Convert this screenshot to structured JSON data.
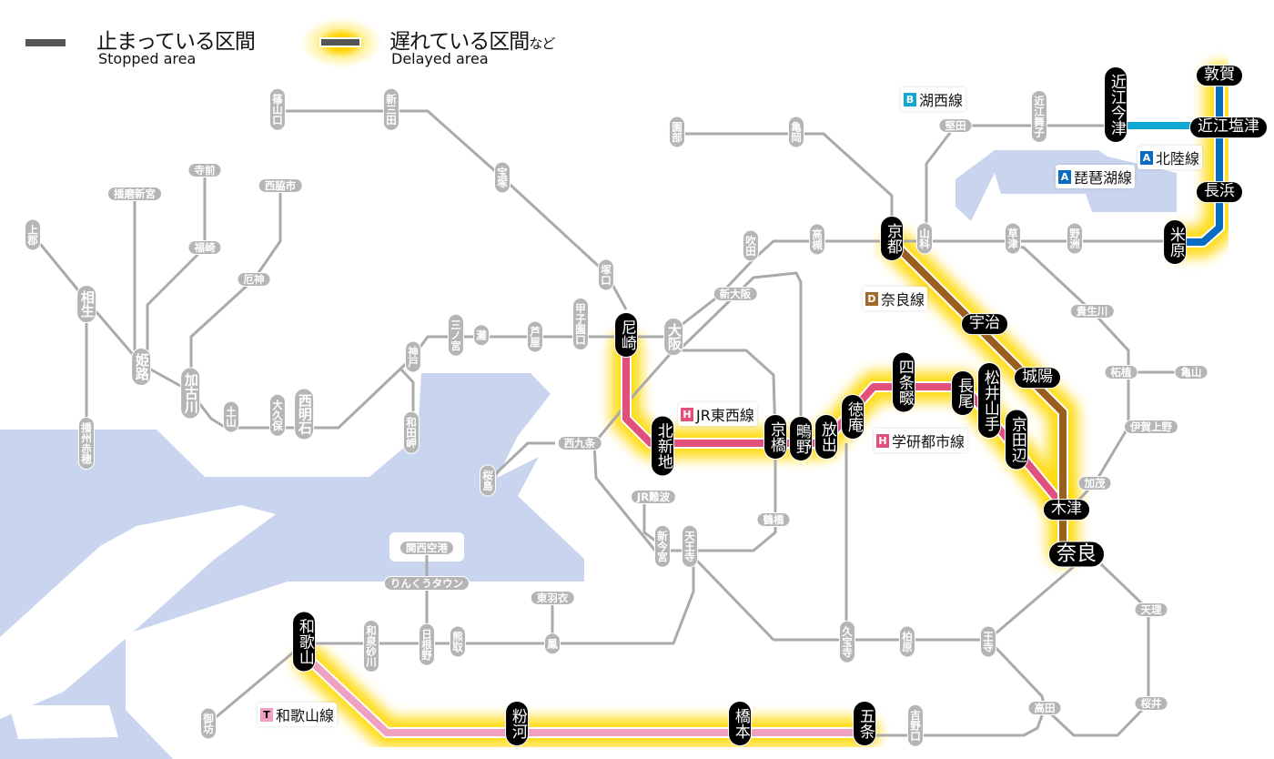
{
  "legend": {
    "stopped_jp": "止まっている区間",
    "stopped_en": "Stopped area",
    "delayed_jp": "遅れている区間",
    "delayed_suffix": "など",
    "delayed_en": "Delayed area"
  },
  "colors": {
    "water": "#c9d5ef",
    "normal_line": "#aaaaaa",
    "glow": "#ffd800",
    "tozai_gakken": "#e0507a",
    "nara_line": "#9a5f20",
    "hokuriku_biwako": "#0a6cc0",
    "kosei": "#10a8d0",
    "wakayama_line": "#f0a0c0"
  },
  "line_labels": [
    {
      "badge": "H",
      "name": "JR東西線",
      "color": "#e0507a"
    },
    {
      "badge": "H",
      "name": "学研都市線",
      "color": "#e0507a"
    },
    {
      "badge": "B",
      "name": "湖西線",
      "color": "#10a8d0"
    },
    {
      "badge": "D",
      "name": "奈良線",
      "color": "#a06a2a"
    },
    {
      "badge": "A",
      "name": "北陸線",
      "color": "#0a6cc0"
    },
    {
      "badge": "A",
      "name": "琵琶湖線",
      "color": "#0a6cc0"
    },
    {
      "badge": "T",
      "name": "和歌山線",
      "color": "#f0a0c0"
    }
  ],
  "stations": [
    {
      "name": "篠山口",
      "status": "normal"
    },
    {
      "name": "新三田",
      "status": "normal"
    },
    {
      "name": "宝塚",
      "status": "normal"
    },
    {
      "name": "寺前",
      "status": "normal"
    },
    {
      "name": "播磨新宮",
      "status": "normal"
    },
    {
      "name": "西脇市",
      "status": "normal"
    },
    {
      "name": "上郡",
      "status": "normal"
    },
    {
      "name": "福崎",
      "status": "normal"
    },
    {
      "name": "厄神",
      "status": "normal"
    },
    {
      "name": "相生",
      "status": "normal"
    },
    {
      "name": "姫路",
      "status": "normal"
    },
    {
      "name": "加古川",
      "status": "normal"
    },
    {
      "name": "土山",
      "status": "normal"
    },
    {
      "name": "大久保",
      "status": "normal"
    },
    {
      "name": "西明石",
      "status": "normal"
    },
    {
      "name": "神戸",
      "status": "normal"
    },
    {
      "name": "和田岬",
      "status": "normal"
    },
    {
      "name": "播州赤穂",
      "status": "normal"
    },
    {
      "name": "三ノ宮",
      "status": "normal"
    },
    {
      "name": "灘",
      "status": "normal"
    },
    {
      "name": "芦屋",
      "status": "normal"
    },
    {
      "name": "甲子園口",
      "status": "normal"
    },
    {
      "name": "塚口",
      "status": "normal"
    },
    {
      "name": "大阪",
      "status": "normal"
    },
    {
      "name": "新大阪",
      "status": "normal"
    },
    {
      "name": "吹田",
      "status": "normal"
    },
    {
      "name": "高槻",
      "status": "normal"
    },
    {
      "name": "園部",
      "status": "normal"
    },
    {
      "name": "亀岡",
      "status": "normal"
    },
    {
      "name": "堅田",
      "status": "normal"
    },
    {
      "name": "近江舞子",
      "status": "normal"
    },
    {
      "name": "山科",
      "status": "normal"
    },
    {
      "name": "草津",
      "status": "normal"
    },
    {
      "name": "野洲",
      "status": "normal"
    },
    {
      "name": "貴生川",
      "status": "normal"
    },
    {
      "name": "柘植",
      "status": "normal"
    },
    {
      "name": "亀山",
      "status": "normal"
    },
    {
      "name": "伊賀上野",
      "status": "normal"
    },
    {
      "name": "加茂",
      "status": "normal"
    },
    {
      "name": "西九条",
      "status": "normal"
    },
    {
      "name": "桜島",
      "status": "normal"
    },
    {
      "name": "JR難波",
      "status": "normal"
    },
    {
      "name": "新今宮",
      "status": "normal"
    },
    {
      "name": "天王寺",
      "status": "normal"
    },
    {
      "name": "鶴橋",
      "status": "normal"
    },
    {
      "name": "関西空港",
      "status": "normal"
    },
    {
      "name": "りんくうタウン",
      "status": "normal"
    },
    {
      "name": "東羽衣",
      "status": "normal"
    },
    {
      "name": "和泉砂川",
      "status": "normal"
    },
    {
      "name": "日根野",
      "status": "normal"
    },
    {
      "name": "熊取",
      "status": "normal"
    },
    {
      "name": "鳳",
      "status": "normal"
    },
    {
      "name": "御坊",
      "status": "normal"
    },
    {
      "name": "久宝寺",
      "status": "normal"
    },
    {
      "name": "柏原",
      "status": "normal"
    },
    {
      "name": "王寺",
      "status": "normal"
    },
    {
      "name": "天理",
      "status": "normal"
    },
    {
      "name": "高田",
      "status": "normal"
    },
    {
      "name": "桜井",
      "status": "normal"
    },
    {
      "name": "吉野口",
      "status": "normal"
    },
    {
      "name": "敦賀",
      "status": "affected"
    },
    {
      "name": "近江今津",
      "status": "affected"
    },
    {
      "name": "近江塩津",
      "status": "affected"
    },
    {
      "name": "長浜",
      "status": "affected"
    },
    {
      "name": "米原",
      "status": "affected"
    },
    {
      "name": "京都",
      "status": "affected"
    },
    {
      "name": "宇治",
      "status": "affected"
    },
    {
      "name": "城陽",
      "status": "affected"
    },
    {
      "name": "四条畷",
      "status": "affected"
    },
    {
      "name": "長尾",
      "status": "affected"
    },
    {
      "name": "松井山手",
      "status": "affected"
    },
    {
      "name": "京田辺",
      "status": "affected"
    },
    {
      "name": "徳庵",
      "status": "affected"
    },
    {
      "name": "放出",
      "status": "affected"
    },
    {
      "name": "鴫野",
      "status": "affected"
    },
    {
      "name": "京橋",
      "status": "affected"
    },
    {
      "name": "北新地",
      "status": "affected"
    },
    {
      "name": "尼崎",
      "status": "affected"
    },
    {
      "name": "木津",
      "status": "affected"
    },
    {
      "name": "奈良",
      "status": "affected"
    },
    {
      "name": "和歌山",
      "status": "affected"
    },
    {
      "name": "粉河",
      "status": "affected"
    },
    {
      "name": "橋本",
      "status": "affected"
    },
    {
      "name": "五条",
      "status": "affected"
    }
  ]
}
